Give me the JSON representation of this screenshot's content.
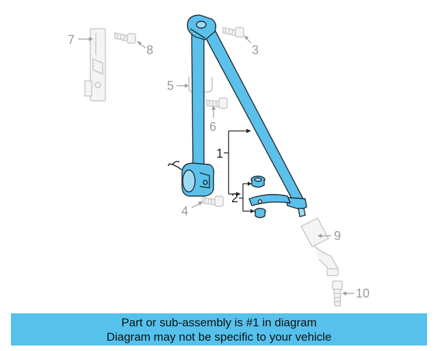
{
  "callouts": {
    "c1": "1",
    "c2": "2",
    "c3": "3",
    "c4": "4",
    "c5": "5",
    "c6": "6",
    "c7": "7",
    "c8": "8",
    "c9": "9",
    "c10": "10"
  },
  "banner": {
    "line1": "Part or sub-assembly is #1 in diagram",
    "line2": "Diagram may not be specific to your vehicle"
  },
  "colors": {
    "highlight_fill": "#5bc0ea",
    "outline": "#1f2a33",
    "faded_part": "#c8c8c8",
    "banner_bg": "#55c1ec"
  }
}
